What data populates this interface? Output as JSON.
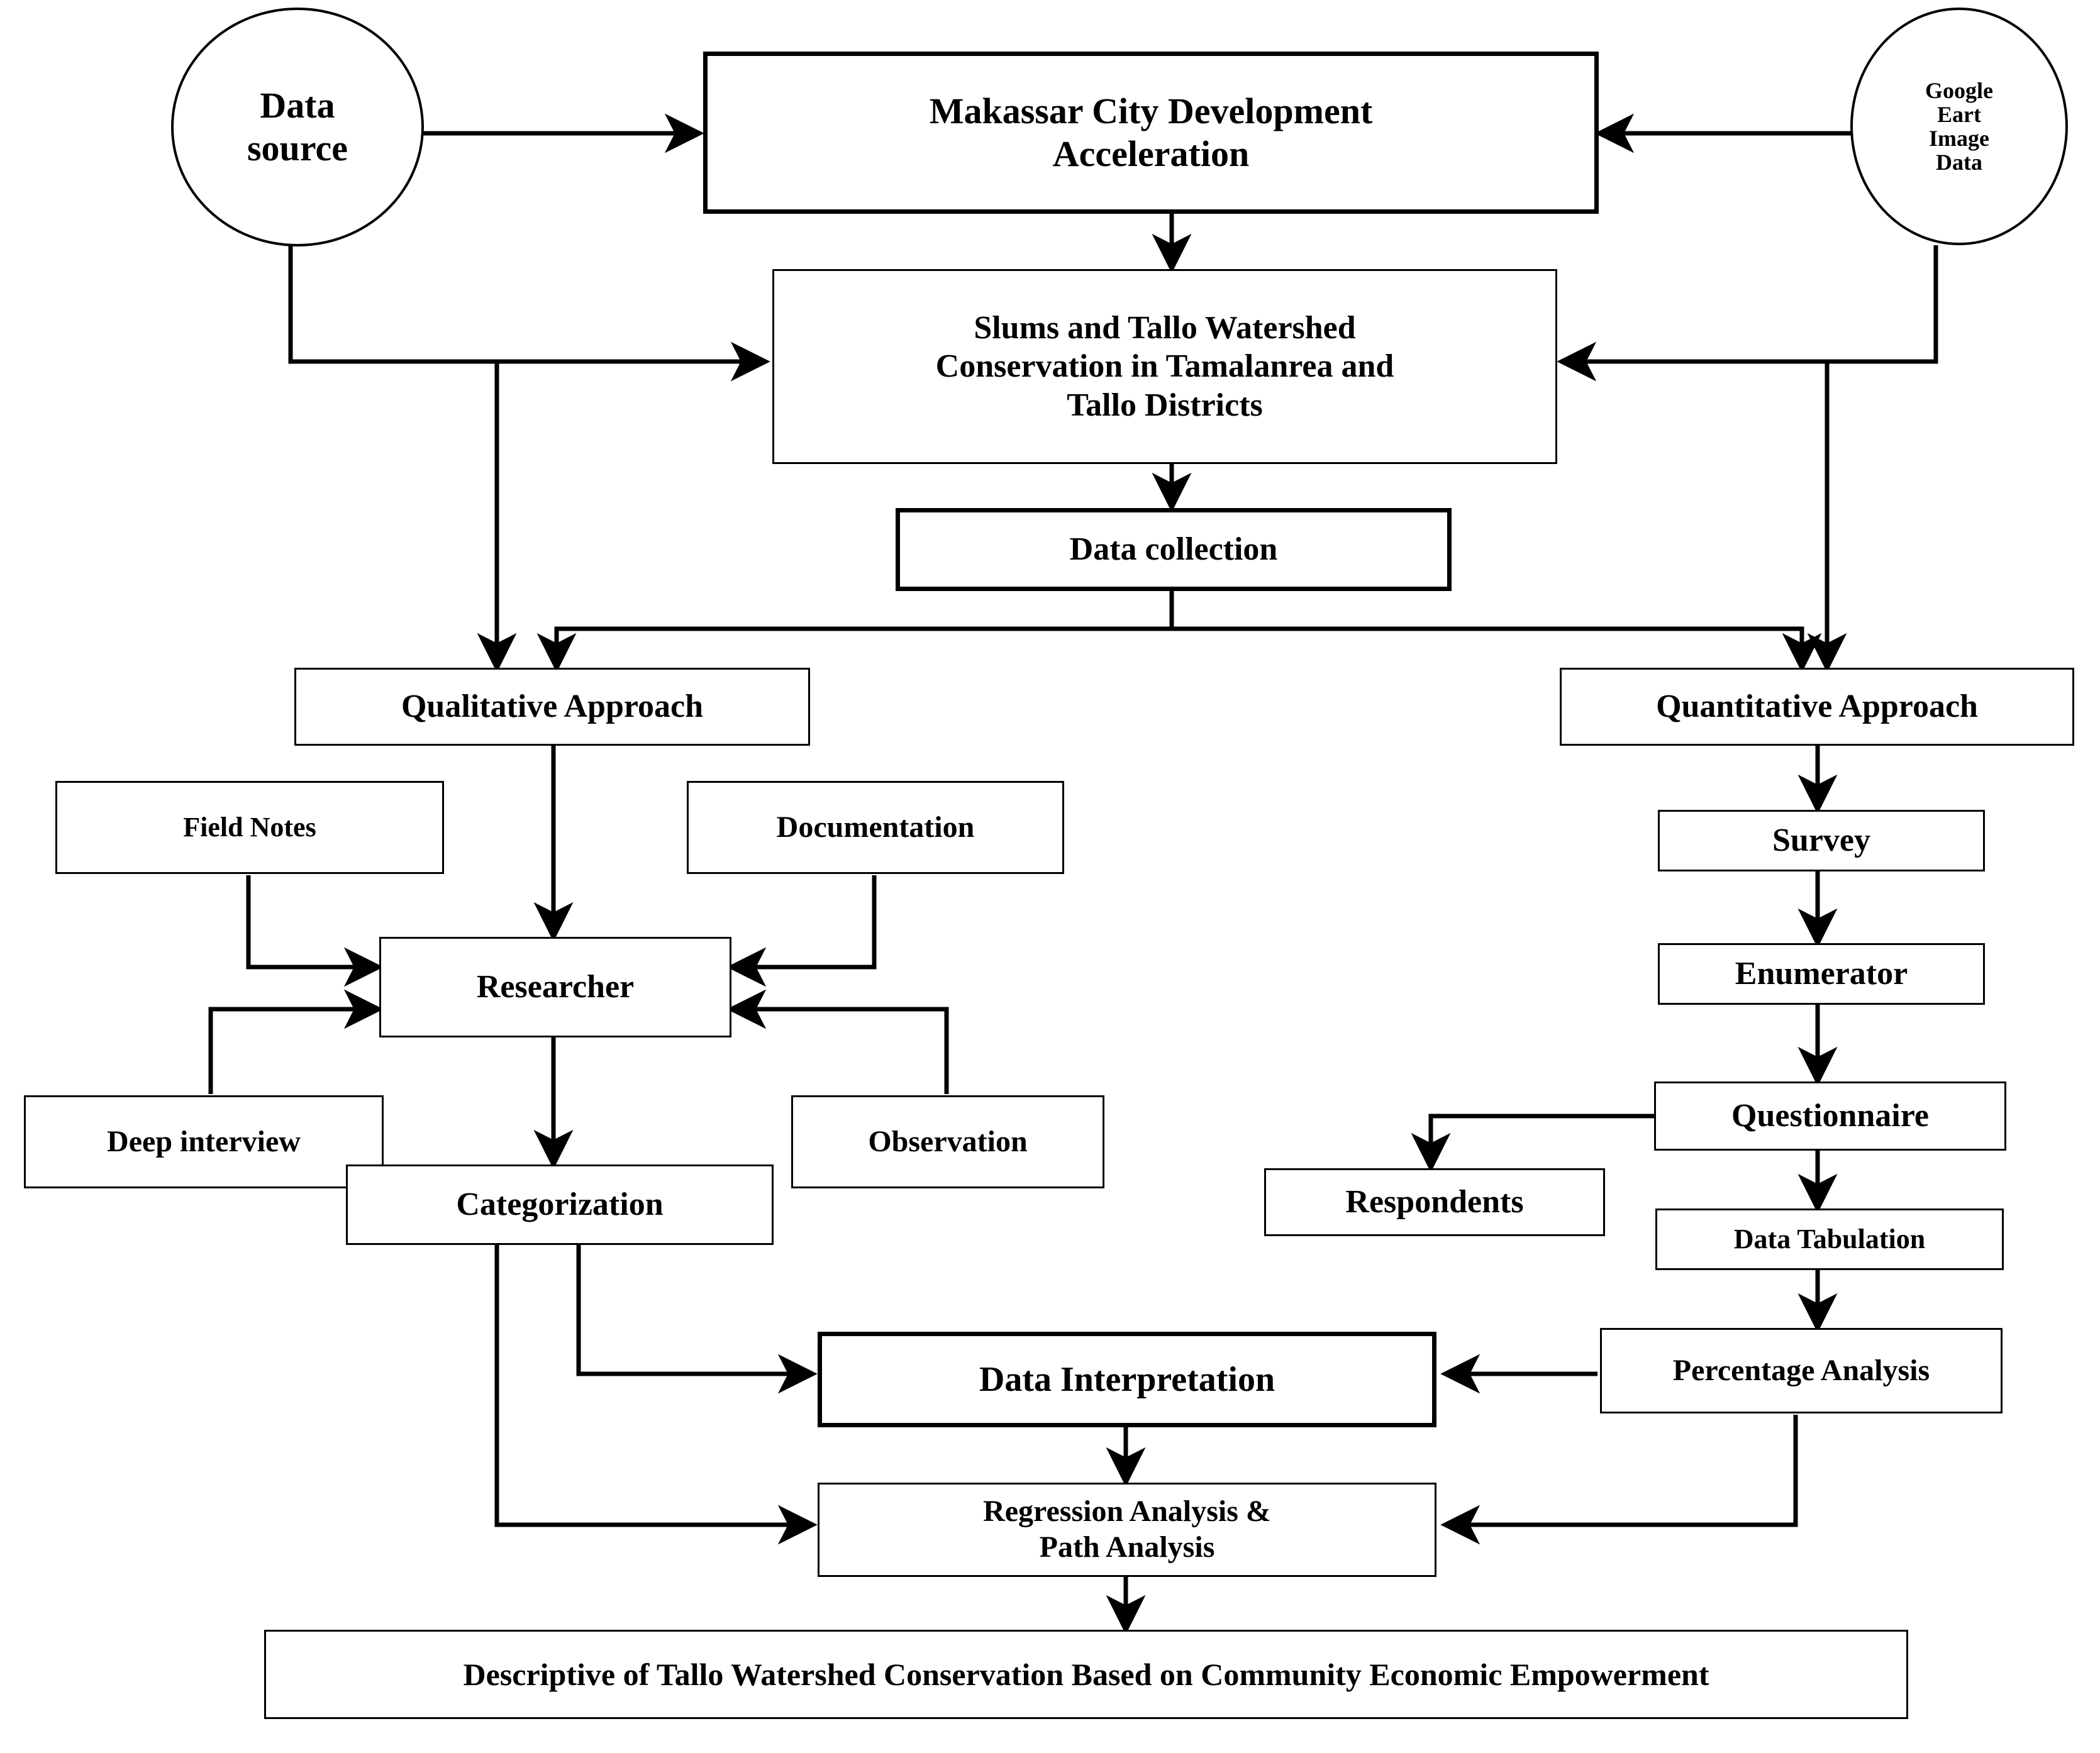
{
  "diagram": {
    "type": "flowchart",
    "title": "Research Design Flowchart",
    "nodes": {
      "data_source": "Data\nsource",
      "data_source_line1": "Data",
      "data_source_line2": "source",
      "google_earth_line1": "Google",
      "google_earth_line2": "Eart",
      "google_earth_line3": "Image",
      "google_earth_line4": "Data",
      "makassar_line1": "Makassar City Development",
      "makassar_line2": "Acceleration",
      "slums_line1": "Slums and Tallo Watershed",
      "slums_line2": "Conservation in Tamalanrea and",
      "slums_line3": "Tallo Districts",
      "data_collection": "Data collection",
      "qualitative_approach": "Qualitative Approach",
      "quantitative_approach": "Quantitative Approach",
      "field_notes": "Field Notes",
      "documentation": "Documentation",
      "researcher": "Researcher",
      "deep_interview": "Deep interview",
      "observation": "Observation",
      "categorization": "Categorization",
      "survey": "Survey",
      "enumerator": "Enumerator",
      "questionnaire": "Questionnaire",
      "respondents": "Respondents",
      "data_tabulation": "Data Tabulation",
      "percentage_analysis": "Percentage Analysis",
      "data_interpretation": "Data Interpretation",
      "regression_line1": "Regression Analysis &",
      "regression_line2": "Path Analysis",
      "descriptive_outcome": "Descriptive of Tallo Watershed Conservation Based on Community Economic Empowerment"
    },
    "edges": [
      {
        "from": "data_source",
        "to": "makassar_acceleration"
      },
      {
        "from": "google_earth",
        "to": "makassar_acceleration"
      },
      {
        "from": "makassar_acceleration",
        "to": "slums_conservation"
      },
      {
        "from": "data_source",
        "to": "slums_conservation"
      },
      {
        "from": "google_earth",
        "to": "slums_conservation"
      },
      {
        "from": "slums_conservation",
        "to": "data_collection"
      },
      {
        "from": "data_collection",
        "to": "qualitative_approach"
      },
      {
        "from": "data_collection",
        "to": "quantitative_approach"
      },
      {
        "from": "data_source",
        "to": "qualitative_approach"
      },
      {
        "from": "google_earth",
        "to": "quantitative_approach"
      },
      {
        "from": "qualitative_approach",
        "to": "researcher"
      },
      {
        "from": "field_notes",
        "to": "researcher"
      },
      {
        "from": "documentation",
        "to": "researcher"
      },
      {
        "from": "deep_interview",
        "to": "researcher"
      },
      {
        "from": "observation",
        "to": "researcher"
      },
      {
        "from": "researcher",
        "to": "categorization"
      },
      {
        "from": "categorization",
        "to": "data_interpretation"
      },
      {
        "from": "categorization",
        "to": "regression_path_analysis"
      },
      {
        "from": "quantitative_approach",
        "to": "survey"
      },
      {
        "from": "survey",
        "to": "enumerator"
      },
      {
        "from": "enumerator",
        "to": "questionnaire"
      },
      {
        "from": "questionnaire",
        "to": "respondents"
      },
      {
        "from": "questionnaire",
        "to": "data_tabulation"
      },
      {
        "from": "data_tabulation",
        "to": "percentage_analysis"
      },
      {
        "from": "percentage_analysis",
        "to": "data_interpretation"
      },
      {
        "from": "percentage_analysis",
        "to": "regression_path_analysis"
      },
      {
        "from": "data_interpretation",
        "to": "regression_path_analysis"
      },
      {
        "from": "regression_path_analysis",
        "to": "descriptive_outcome"
      }
    ],
    "colors": {
      "stroke": "#000000",
      "background": "#ffffff",
      "text": "#000000"
    }
  }
}
